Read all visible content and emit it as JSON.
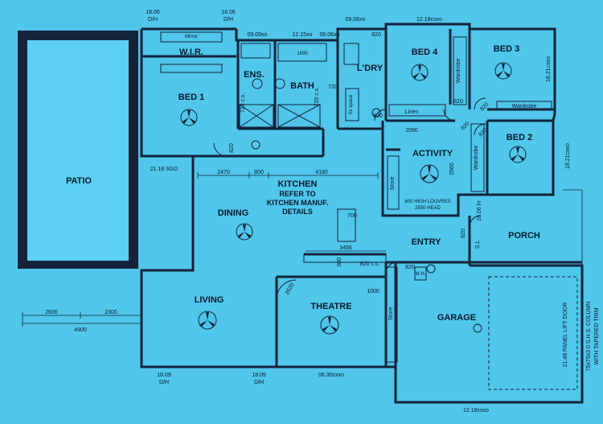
{
  "rooms": {
    "patio": "PATIO",
    "wir": "W.I.R.",
    "bed1": "BED 1",
    "ens": "ENS.",
    "bath": "BATH",
    "ldry": "L'DRY",
    "bed4": "BED 4",
    "bed3": "BED 3",
    "bed2": "BED 2",
    "activity": "ACTIVITY",
    "kitchen": "KITCHEN",
    "kitchen_note1": "REFER TO",
    "kitchen_note2": "KITCHEN MANUF.",
    "kitchen_note3": "DETAILS",
    "dining": "DINING",
    "entry": "ENTRY",
    "porch": "PORCH",
    "living": "LIVING",
    "theatre": "THEATRE",
    "garage": "GARAGE"
  },
  "labels": {
    "wardrobe_bed4": "Wardrobe",
    "wardrobe_bed3": "Wardrobe",
    "wardrobe_bed2": "Wardrobe",
    "linen": "Linen",
    "store_activity": "Store",
    "store_garage": "Store",
    "louvres1": "600 HIGH LOUVRES",
    "louvres2": "2550 HEAD",
    "frz_space": "frz space",
    "garage_door": "21.48 PANEL LIFT DOOR",
    "column1": "75x75x3.0 S.H.S. COLUMN",
    "column2": "WITH TAPERED TRIM",
    "sl": "S.L",
    "mh": "M.H.",
    "wir_mirror": "Mirror",
    "bath_tub": "1695"
  },
  "dimensions": {
    "d_1806a": "18.06",
    "d_dh_a": "D/H",
    "d_1806b": "18.06",
    "d_dh_b": "D/H",
    "d_0906": "09.06xo",
    "d_1218_top": "12.18cxxo",
    "d_0909": "09.09xo",
    "d_1215": "12.15xo",
    "d_0606": "06.06xo",
    "d_820_ldry": "820",
    "d_1821_bed3": "18.21cxxo",
    "d_720_ens": "720 c.s.",
    "d_720_bath": "720 c.s.",
    "d_720_ldry": "720",
    "d_820_bed4": "820",
    "d_820_ldry2": "820",
    "d_820_bed1": "820",
    "d_2090": "2090",
    "d_820_act": "820",
    "d_820_bed3": "820",
    "d_820_bed2": "820",
    "d_1821_bed2": "18.21cxxo",
    "d_2118": "21.18 SGD",
    "d_2470": "2470",
    "d_800": "800",
    "d_4180": "4180",
    "d_2560": "2560",
    "d_1806_porch": "18.06 hr",
    "d_700": "700",
    "d_3456": "3456",
    "d_300": "300",
    "d_820cs": "820 c.s.",
    "d_820_porch": "820",
    "d_820_garage": "820",
    "d_2620": "2620",
    "d_1000": "1000",
    "d_2600": "2600",
    "d_2300": "2300",
    "d_4900": "4900",
    "d_1809a": "18.09",
    "d_dh_c": "D/H",
    "d_1809b": "18.09",
    "d_dh_d": "D/H",
    "d_0630": "06.30cxxo",
    "d_1218_bot": "12.18cxxo"
  },
  "colors": {
    "background": "#4fc6ea",
    "patio": "#5bd0f4",
    "ink": "#14233a"
  }
}
